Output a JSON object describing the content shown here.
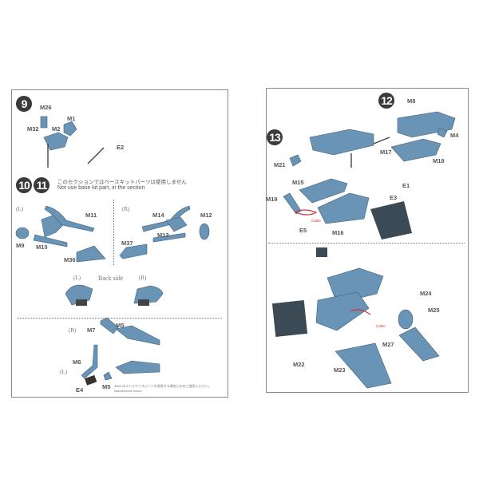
{
  "left_page": {
    "step9": {
      "number": "9",
      "labels": {
        "m26": "M26",
        "m32": "M32",
        "m2": "M2",
        "m1": "M1",
        "e2": "E2"
      }
    },
    "step10_11": {
      "numbers": [
        "10",
        "11"
      ],
      "note_jp": "このセクションではベースキットパーツは使用しません",
      "note_en": "Not use base kit part, in the section",
      "labels": {
        "l": "(L)",
        "r": "(R)",
        "m11": "M11",
        "m14": "M14",
        "m12": "M12",
        "m9": "M9",
        "m10": "M10",
        "m13": "M13",
        "m37": "M37",
        "m36": "M36"
      },
      "back_side": {
        "l": "(L)",
        "title": "Back side",
        "r": "(R)"
      }
    },
    "lower": {
      "labels": {
        "r": "(R)",
        "m7": "M7",
        "m5_top": "M5",
        "m6": "M6",
        "l": "(L)",
        "e4": "E4",
        "m5_bottom": "M5"
      },
      "m5_note": "※M5 はメンテナンスシーンを再現する場合にのみご使用ください。",
      "m5_note_en": "Maintenance scene"
    }
  },
  "right_page": {
    "step12": {
      "number": "12",
      "labels": {
        "m8": "M8",
        "m4": "M4",
        "m17": "M17",
        "m18": "M18"
      }
    },
    "step13": {
      "number": "13",
      "labels": {
        "m21": "M21",
        "m15": "M15",
        "e1": "E1",
        "m19": "M19",
        "e3": "E3",
        "e5": "E5",
        "m16": "M16",
        "cable": "Cable"
      }
    },
    "assembled": {
      "labels": {
        "m24": "M24",
        "m25": "M25",
        "cable": "Cable",
        "m27": "M27",
        "m22": "M22",
        "m23": "M23"
      }
    }
  },
  "colors": {
    "part_blue": "#6a94b6",
    "part_dark": "#3c4a56",
    "cable_red": "#d0303a"
  }
}
